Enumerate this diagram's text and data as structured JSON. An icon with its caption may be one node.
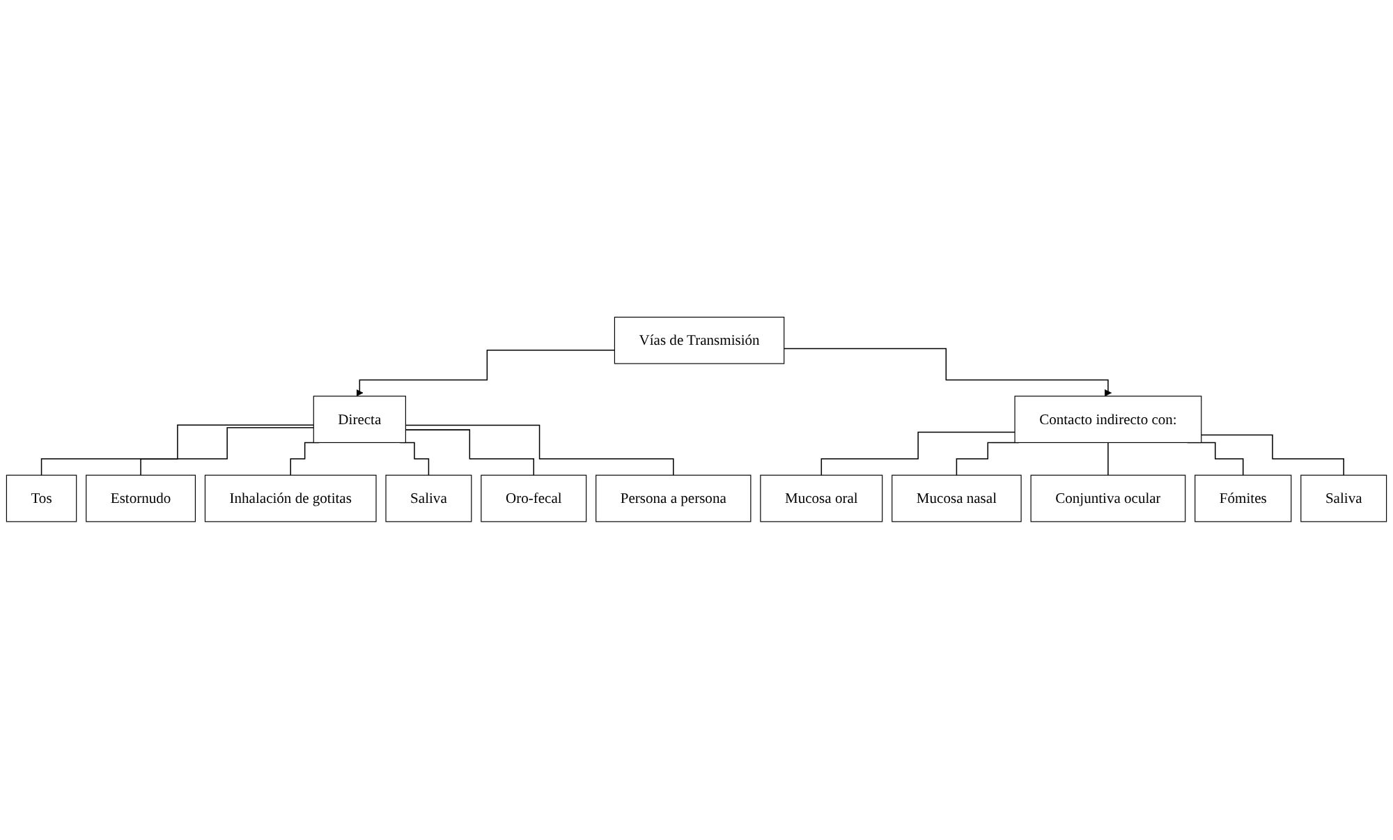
{
  "diagram": {
    "nodes": [
      {
        "text": [
          "Vías de Transmisión"
        ]
      },
      {
        "text": [
          "Directa"
        ]
      },
      {
        "text": [
          "Contacto indirecto con:"
        ]
      },
      {
        "text": [
          "Tos"
        ]
      },
      {
        "text": [
          "Estornudo"
        ]
      },
      {
        "text": [
          "Inhalación de gotitas"
        ]
      },
      {
        "text": [
          "Saliva"
        ]
      },
      {
        "text": [
          "Oro-fecal"
        ]
      },
      {
        "text": [
          "Persona a persona"
        ]
      },
      {
        "text": [
          "Mucosa oral"
        ]
      },
      {
        "text": [
          "Mucosa nasal"
        ]
      },
      {
        "text": [
          "Conjuntiva ocular"
        ]
      },
      {
        "text": [
          "Fómites"
        ]
      },
      {
        "text": [
          "Saliva"
        ]
      }
    ],
    "edges": [
      {
        "from": 0,
        "to": 1,
        "arrow": "to"
      },
      {
        "from": 0,
        "to": 2,
        "arrow": "to"
      },
      {
        "from": 1,
        "to": 3,
        "arrow": "none"
      },
      {
        "from": 1,
        "to": 4,
        "arrow": "none"
      },
      {
        "from": 1,
        "to": 5,
        "arrow": "none"
      },
      {
        "from": 1,
        "to": 6,
        "arrow": "none"
      },
      {
        "from": 1,
        "to": 7,
        "arrow": "none"
      },
      {
        "from": 1,
        "to": 8,
        "arrow": "none"
      },
      {
        "from": 2,
        "to": 9,
        "arrow": "none"
      },
      {
        "from": 2,
        "to": 10,
        "arrow": "none"
      },
      {
        "from": 2,
        "to": 11,
        "arrow": "none"
      },
      {
        "from": 2,
        "to": 12,
        "arrow": "none"
      },
      {
        "from": 2,
        "to": 13,
        "arrow": "none"
      }
    ]
  }
}
